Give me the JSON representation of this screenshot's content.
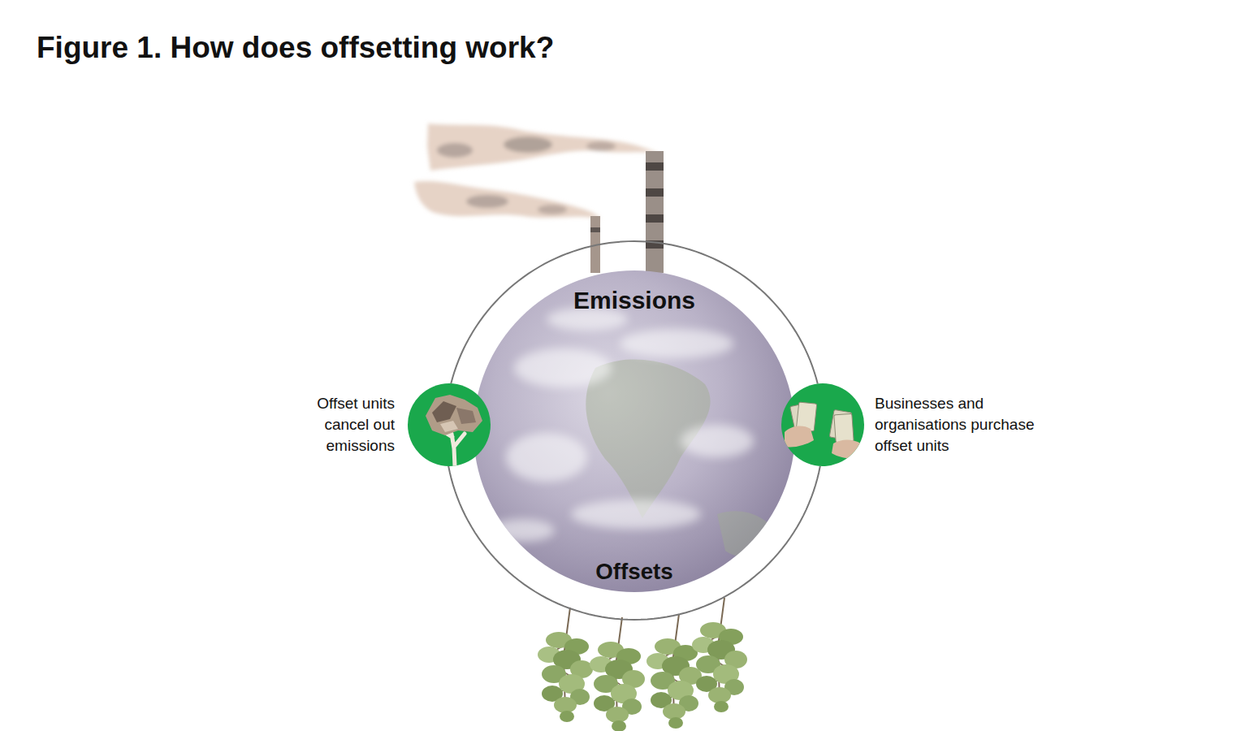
{
  "diagram": {
    "title": "Figure 1. How does offsetting work?",
    "nodes": [
      {
        "text": [
          "Emissions",
          "Offsets"
        ]
      },
      {
        "text": [
          "Offset units cancel out emissions"
        ]
      },
      {
        "text": [
          "Businesses and organisations purchase offset units"
        ]
      }
    ],
    "edges": [
      {
        "from": 1,
        "to": 2,
        "arrow": "none"
      },
      {
        "from": 2,
        "to": 1,
        "arrow": "none"
      }
    ]
  }
}
